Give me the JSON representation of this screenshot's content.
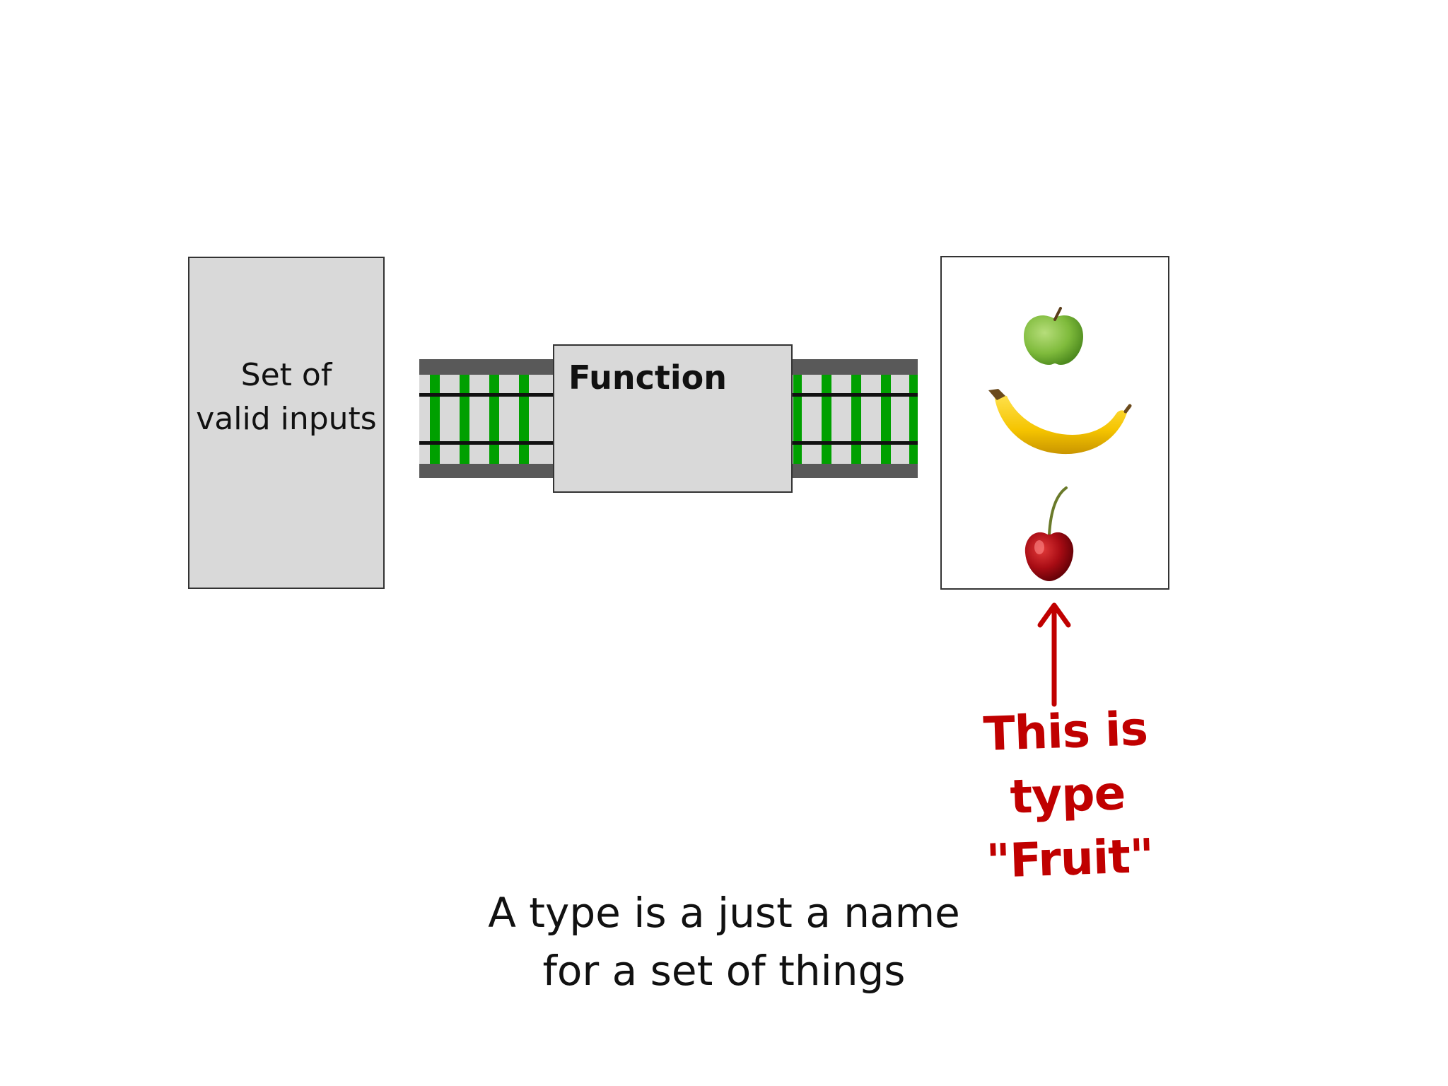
{
  "diagram": {
    "input_label": "Set of\nvalid inputs",
    "function_label": "Function",
    "output_fruits": [
      "apple-icon",
      "banana-icon",
      "cherry-icon"
    ],
    "annotation": "This is type\n\"Fruit\"",
    "caption": "A type is a just a name\nfor a set of things"
  },
  "colors": {
    "box_fill": "#d9d9d9",
    "rail": "#595959",
    "sleeper": "#00a000",
    "annotation": "#c00000"
  }
}
